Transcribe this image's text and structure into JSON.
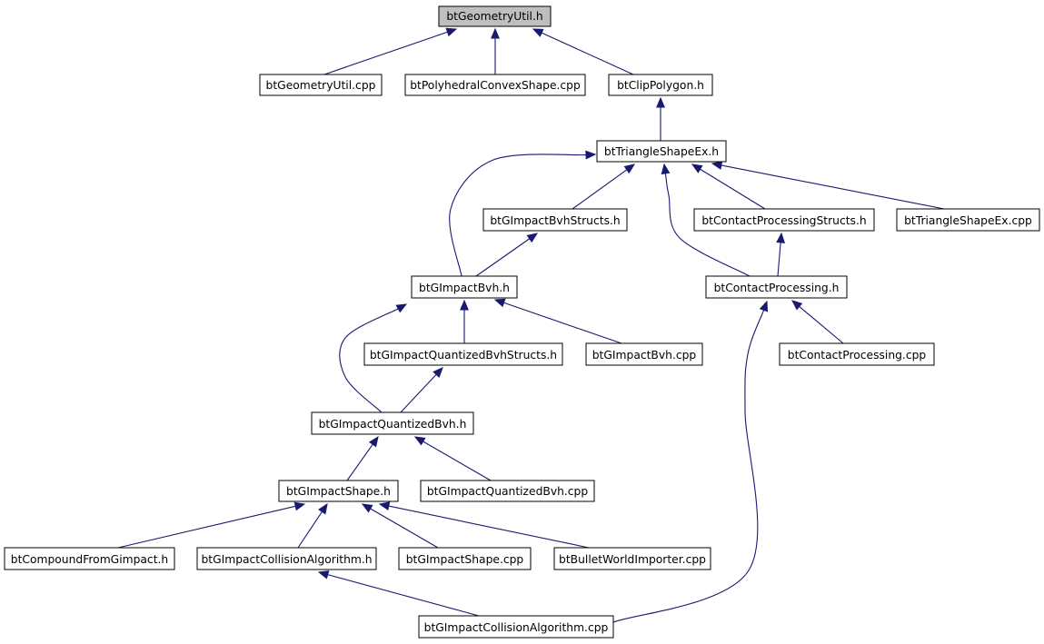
{
  "nodes": {
    "geometryutil_h": "btGeometryUtil.h",
    "geometryutil_cpp": "btGeometryUtil.cpp",
    "polyhedral_cpp": "btPolyhedralConvexShape.cpp",
    "clippolygon_h": "btClipPolygon.h",
    "triangleshapeex_h": "btTriangleShapeEx.h",
    "gimpactbvhstructs_h": "btGImpactBvhStructs.h",
    "contactprocstructs_h": "btContactProcessingStructs.h",
    "triangleshapeex_cpp": "btTriangleShapeEx.cpp",
    "gimpactbvh_h": "btGImpactBvh.h",
    "contactprocessing_h": "btContactProcessing.h",
    "gimpactquantbvhstructs_h": "btGImpactQuantizedBvhStructs.h",
    "gimpactbvh_cpp": "btGImpactBvh.cpp",
    "contactprocessing_cpp": "btContactProcessing.cpp",
    "gimpactquantbvh_h": "btGImpactQuantizedBvh.h",
    "gimpactshape_h": "btGImpactShape.h",
    "gimpactquantbvh_cpp": "btGImpactQuantizedBvh.cpp",
    "compoundfromgimpact_h": "btCompoundFromGimpact.h",
    "gimpactcollalg_h": "btGImpactCollisionAlgorithm.h",
    "gimpactshape_cpp": "btGImpactShape.cpp",
    "bulletworldimporter_cpp": "btBulletWorldImporter.cpp",
    "gimpactcollalg_cpp": "btGImpactCollisionAlgorithm.cpp"
  },
  "edges": [
    [
      "geometryutil_cpp",
      "geometryutil_h"
    ],
    [
      "polyhedral_cpp",
      "geometryutil_h"
    ],
    [
      "clippolygon_h",
      "geometryutil_h"
    ],
    [
      "triangleshapeex_h",
      "clippolygon_h"
    ],
    [
      "gimpactbvhstructs_h",
      "triangleshapeex_h"
    ],
    [
      "contactprocstructs_h",
      "triangleshapeex_h"
    ],
    [
      "triangleshapeex_cpp",
      "triangleshapeex_h"
    ],
    [
      "gimpactbvh_h",
      "triangleshapeex_h"
    ],
    [
      "contactprocessing_h",
      "triangleshapeex_h"
    ],
    [
      "gimpactbvh_h",
      "gimpactbvhstructs_h"
    ],
    [
      "contactprocessing_h",
      "contactprocstructs_h"
    ],
    [
      "gimpactquantbvhstructs_h",
      "gimpactbvh_h"
    ],
    [
      "gimpactbvh_cpp",
      "gimpactbvh_h"
    ],
    [
      "gimpactquantbvh_h",
      "gimpactbvh_h"
    ],
    [
      "contactprocessing_cpp",
      "contactprocessing_h"
    ],
    [
      "gimpactcollalg_cpp",
      "contactprocessing_h"
    ],
    [
      "gimpactquantbvh_h",
      "gimpactquantbvhstructs_h"
    ],
    [
      "gimpactshape_h",
      "gimpactquantbvh_h"
    ],
    [
      "gimpactquantbvh_cpp",
      "gimpactquantbvh_h"
    ],
    [
      "compoundfromgimpact_h",
      "gimpactshape_h"
    ],
    [
      "gimpactcollalg_h",
      "gimpactshape_h"
    ],
    [
      "gimpactshape_cpp",
      "gimpactshape_h"
    ],
    [
      "bulletworldimporter_cpp",
      "gimpactshape_h"
    ],
    [
      "gimpactcollalg_cpp",
      "gimpactcollalg_h"
    ]
  ],
  "colors": {
    "edge": "#191970",
    "root_fill": "#bfbfbf",
    "node_fill": "#ffffff",
    "node_border": "#000000"
  }
}
